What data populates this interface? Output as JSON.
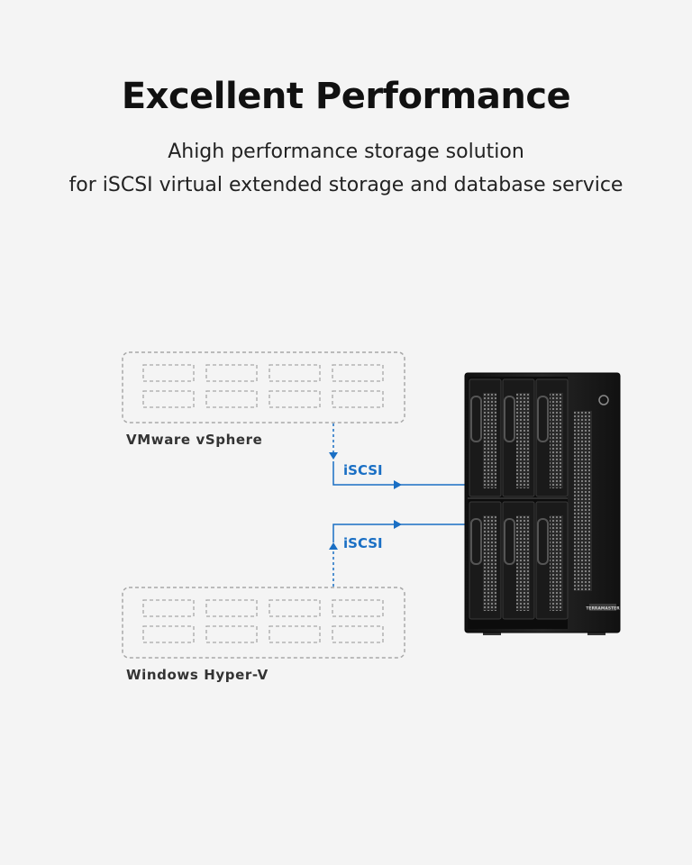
{
  "header": {
    "title": "Excellent Performance",
    "subtitle_line1": "Ahigh performance storage solution",
    "subtitle_line2": "for iSCSI virtual extended storage and database service"
  },
  "diagram": {
    "hosts": [
      {
        "label": "VMware vSphere"
      },
      {
        "label": "Windows Hyper-V"
      }
    ],
    "links": [
      {
        "label": "iSCSI"
      },
      {
        "label": "iSCSI"
      }
    ],
    "device": {
      "brand_label": "TERRAMASTER",
      "bays": 6
    },
    "colors": {
      "link": "#1a6fc4",
      "dashed_border": "#a8a8a8",
      "device_body": "#1c1c1c",
      "background": "#f4f4f4"
    }
  }
}
